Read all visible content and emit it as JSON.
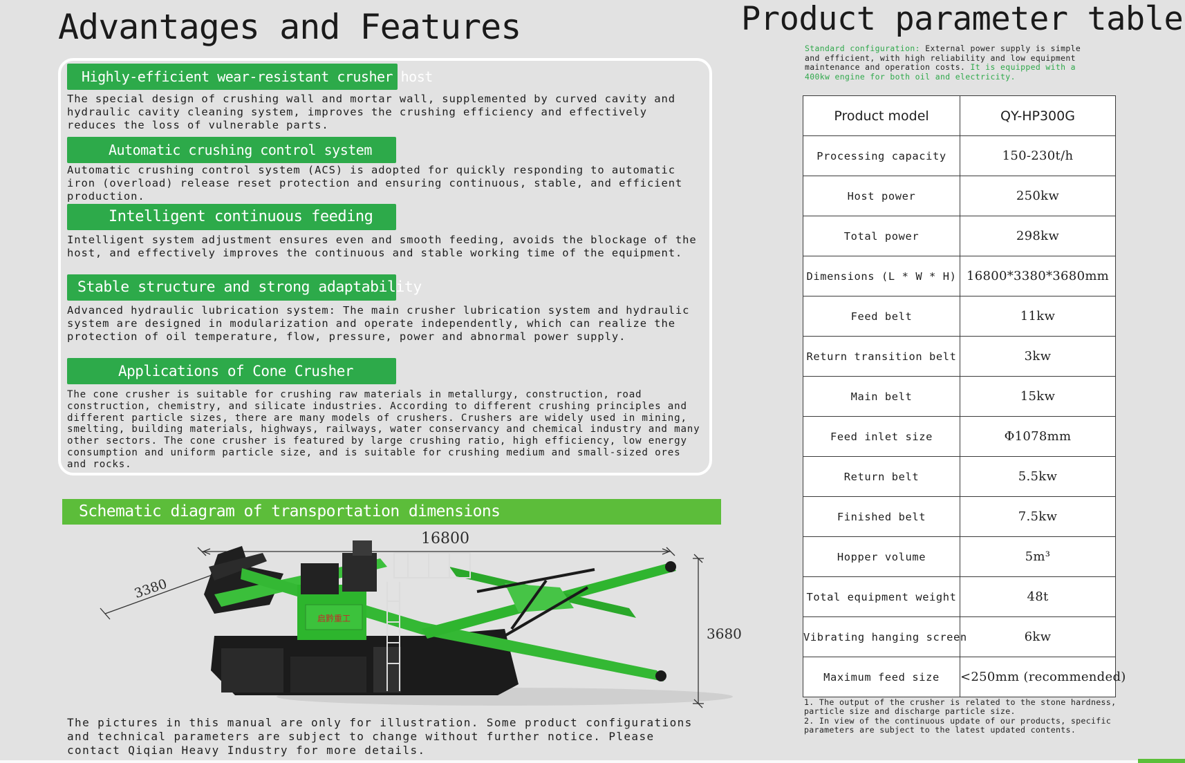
{
  "left": {
    "title": "Advantages and Features",
    "features": [
      {
        "heading": "Highly-efficient wear-resistant crusher host",
        "text": "The special design of crushing wall and mortar wall, supplemented by curved cavity and hydraulic cavity cleaning system, improves the crushing efficiency and effectively reduces the loss of vulnerable parts."
      },
      {
        "heading": "Automatic crushing control system",
        "text": "Automatic crushing control system (ACS) is adopted for quickly responding to automatic iron (overload) release reset protection and ensuring continuous, stable, and efficient production."
      },
      {
        "heading": "Intelligent continuous feeding",
        "text": "Intelligent system adjustment ensures even and smooth feeding, avoids the blockage of the host, and effectively improves the continuous and stable working time of the equipment."
      },
      {
        "heading": "Stable structure and strong adaptability",
        "text": "Advanced hydraulic lubrication system: The main crusher lubrication system and hydraulic system are designed in modularization and operate independently, which can realize the protection of oil temperature, flow, pressure, power and abnormal power supply."
      },
      {
        "heading": "Applications of Cone Crusher",
        "text": "The cone crusher is suitable for crushing raw materials in metallurgy, construction, road construction, chemistry, and silicate industries. According to different crushing principles and different particle sizes, there are many models of crushers. Crushers are widely used in mining, smelting, building materials, highways, railways, water conservancy and chemical industry and many other sectors. The cone crusher is featured by large crushing ratio, high efficiency, low energy consumption and uniform particle size, and is suitable for crushing medium and small-sized ores and rocks."
      }
    ],
    "schematic": {
      "heading": "Schematic diagram of transportation dimensions",
      "length": "16800",
      "width": "3380",
      "height": "3680",
      "machine_brand": "启黔重工"
    },
    "disclaimer": "The pictures in this manual are only for illustration. Some product configurations and technical parameters are subject to change without further notice. Please contact Qiqian Heavy Industry for more details."
  },
  "right": {
    "title": "Product parameter table",
    "std_config": {
      "label": "Standard configuration:",
      "text": " External power supply is simple and efficient, with high reliability and low equipment maintenance and operation costs.",
      "highlight": " It is equipped with a 400kw engine for both oil and electricity."
    },
    "table": {
      "header": {
        "label": "Product model",
        "value": "QY-HP300G"
      },
      "rows": [
        {
          "label": "Processing capacity",
          "value": "150-230t/h"
        },
        {
          "label": "Host power",
          "value": "250kw"
        },
        {
          "label": "Total power",
          "value": "298kw"
        },
        {
          "label": "Dimensions (L * W * H)",
          "value": "16800*3380*3680mm"
        },
        {
          "label": "Feed belt",
          "value": "11kw"
        },
        {
          "label": "Return transition belt",
          "value": "3kw"
        },
        {
          "label": "Main belt",
          "value": "15kw"
        },
        {
          "label": "Feed inlet size",
          "value": "Φ1078mm"
        },
        {
          "label": "Return belt",
          "value": "5.5kw"
        },
        {
          "label": "Finished belt",
          "value": "7.5kw"
        },
        {
          "label": "Hopper volume",
          "value": "5m³"
        },
        {
          "label": "Total equipment weight",
          "value": "48t"
        },
        {
          "label": "Vibrating hanging screen",
          "value": "6kw"
        },
        {
          "label": "Maximum feed size",
          "value": "<250mm (recommended)"
        }
      ]
    },
    "notes": [
      "1. The output of the crusher is related to the stone hardness, particle size and discharge particle size.",
      "2. In view of the continuous update of our products, specific parameters are subject to the latest updated contents."
    ]
  },
  "colors": {
    "green_dark": "#2daa4a",
    "green_light": "#5cbd3a",
    "background": "#e2e2e2"
  }
}
